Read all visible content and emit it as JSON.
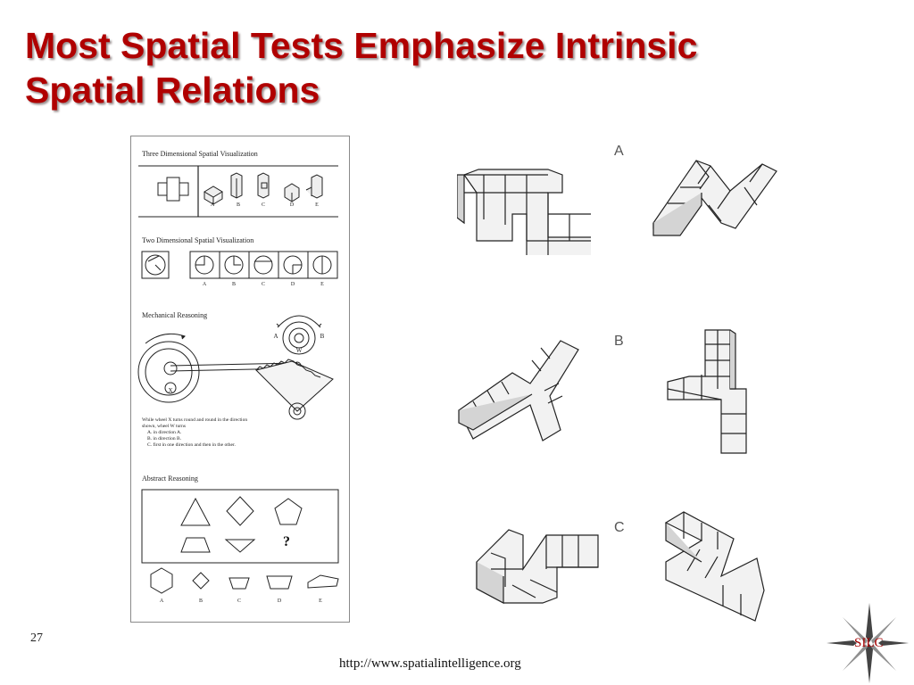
{
  "slide": {
    "title_line1": "Most Spatial Tests Emphasize Intrinsic",
    "title_line2": "Spatial Relations",
    "slide_number": "27",
    "url": "http://www.spatialintelligence.org",
    "logo_text": "SILC"
  },
  "panel": {
    "section1": "Three Dimensional Spatial Visualization",
    "section2": "Two Dimensional Spatial Visualization",
    "section3": "Mechanical Reasoning",
    "section4": "Abstract Reasoning",
    "options": [
      "A",
      "B",
      "C",
      "D",
      "E"
    ],
    "wheel_x": "X",
    "wheel_w": "W",
    "dir_a": "A",
    "dir_b": "B",
    "mech_text": [
      "While wheel X turns round and round in the direction",
      "shown, wheel W turns",
      "A.  in direction A.",
      "B.  in direction B.",
      "C.  first in one direction and then in the other."
    ],
    "question_mark": "?"
  },
  "figures": {
    "labels": [
      "A",
      "B",
      "C"
    ]
  },
  "colors": {
    "title": "#b00000",
    "cube_face": "#f2f2f2",
    "cube_side": "#d4d4d4",
    "stroke": "#222222"
  }
}
